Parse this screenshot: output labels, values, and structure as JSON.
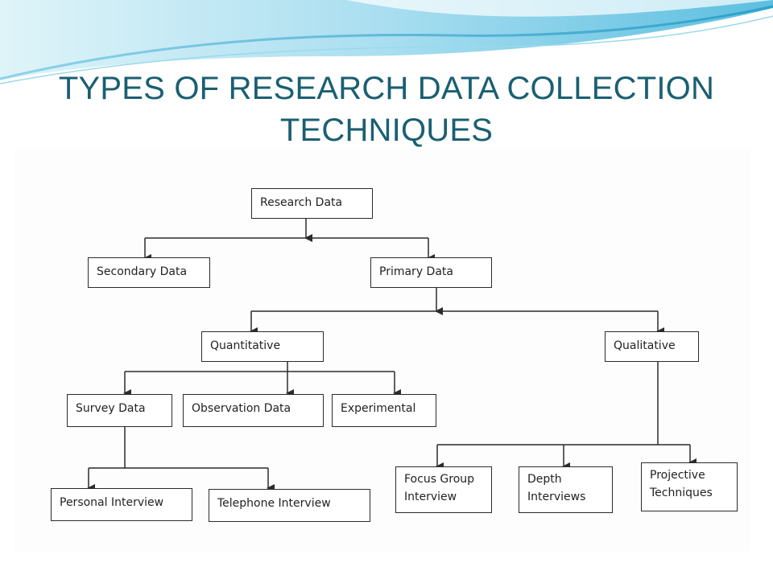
{
  "slide": {
    "title_line1": "TYPES OF RESEARCH DATA COLLECTION",
    "title_line2": "TECHNIQUES"
  },
  "colors": {
    "title": "#1a5f72",
    "wave_light": "#cfeef6",
    "wave_mid": "#7fcde6",
    "wave_dark": "#3aa6cf",
    "border": "#2b2b2b"
  },
  "diagram": {
    "root": "Research Data",
    "secondary": "Secondary Data",
    "primary": "Primary Data",
    "quantitative": "Quantitative",
    "qualitative": "Qualitative",
    "survey": "Survey Data",
    "observation": "Observation Data",
    "experimental": "Experimental",
    "personal_interview": "Personal Interview",
    "telephone_interview": "Telephone Interview",
    "focus_group_line1": "Focus Group",
    "focus_group_line2": "Interview",
    "depth_line1": "Depth",
    "depth_line2": "Interviews",
    "projective_line1": "Projective",
    "projective_line2": "Techniques"
  }
}
